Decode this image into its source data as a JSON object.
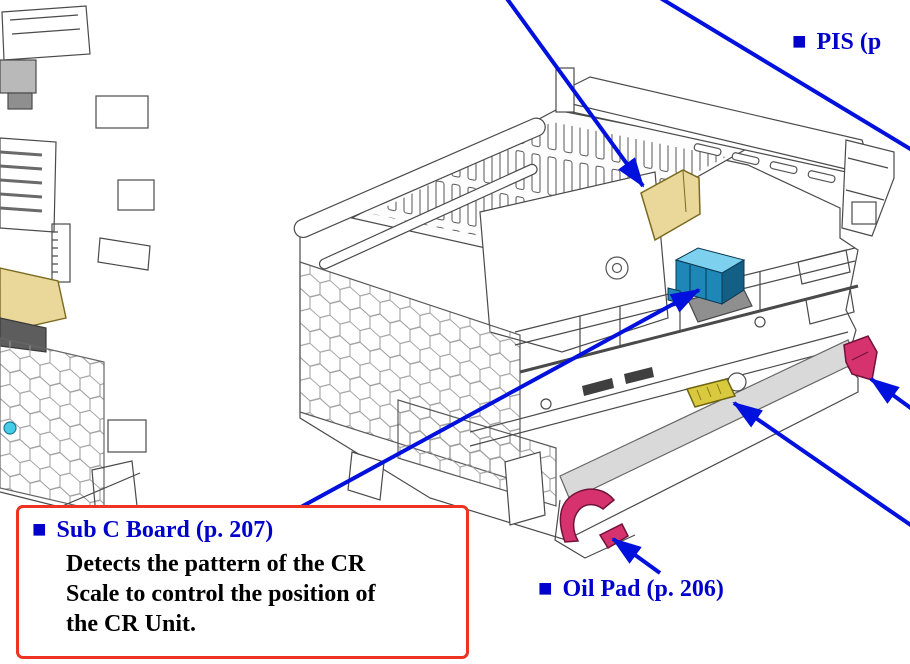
{
  "labels": {
    "pis": {
      "bullet": "■",
      "text": "PIS (p"
    },
    "oil_pad": {
      "bullet": "■",
      "text": "Oil Pad (p. 206)"
    },
    "sub_c_board": {
      "bullet": "■",
      "title": "Sub C Board (p. 207)",
      "description": "Detects the pattern of the CR\nScale to control the position of\nthe CR Unit."
    }
  },
  "colors": {
    "label_blue": "#0000cc",
    "arrow_blue": "#0010dd",
    "callout_border_red": "#ee3322",
    "part_highlight_yellow": "#e9d89a",
    "part_highlight_blue": "#1f86b8",
    "part_highlight_magenta": "#d6336e",
    "part_highlight_small_yellow": "#d9c93f",
    "line_art_gray": "#4a4a4a"
  },
  "diagram": {
    "highlighted_parts": [
      {
        "part": "pis-flag",
        "color": "#e9d89a"
      },
      {
        "part": "sub-c-board",
        "color": "#1f86b8"
      },
      {
        "part": "oil-pad-front",
        "color": "#d6336e"
      },
      {
        "part": "oil-pad-right",
        "color": "#d6336e"
      },
      {
        "part": "small-yellow-part",
        "color": "#d9c93f"
      }
    ]
  }
}
